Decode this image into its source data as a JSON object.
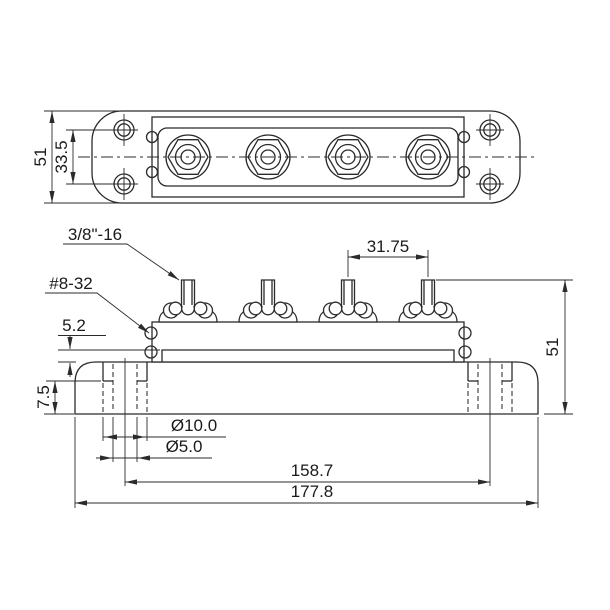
{
  "drawing": {
    "title": "bus bar 2-view technical drawing",
    "colors": {
      "line": "#2b2b2b",
      "text": "#1a1a1a",
      "background": "#ffffff"
    },
    "top_view": {
      "height_dim": "51",
      "hole_spacing_dim": "33.5"
    },
    "front_view": {
      "stud_thread_label": "3/8\"-16",
      "terminal_screw_label": "#8-32",
      "stud_spacing_dim": "31.75",
      "bar_lip_dim": "5.2",
      "counterbore_depth_dim": "7.5",
      "overall_height_dim": "51",
      "counterbore_dia_dim": "Ø10.0",
      "hole_dia_dim": "Ø5.0",
      "mount_hole_spacing_dim": "158.7",
      "overall_length_dim": "177.8"
    }
  }
}
